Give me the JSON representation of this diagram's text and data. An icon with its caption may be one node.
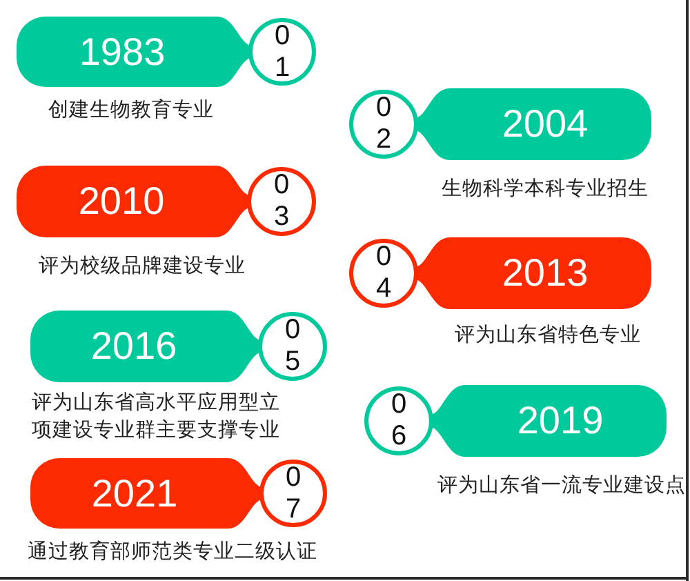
{
  "diagram": {
    "nodes": [
      {
        "text": [
          "1983",
          "01"
        ],
        "beside": [
          "创建生物教育专业"
        ]
      },
      {
        "text": [
          "02",
          "2004"
        ],
        "beside": [
          "生物科学本科专业招生"
        ]
      },
      {
        "text": [
          "2010",
          "03"
        ],
        "beside": [
          "评为校级品牌建设专业"
        ]
      },
      {
        "text": [
          "04",
          "2013"
        ],
        "beside": [
          "评为山东省特色专业"
        ]
      },
      {
        "text": [
          "2016",
          "05"
        ],
        "beside": [
          "评为山东省高水平应用型立项建设专业群主要支撑专业"
        ]
      },
      {
        "text": [
          "06",
          "2019"
        ],
        "beside": [
          "评为山东省一流专业建设点"
        ]
      },
      {
        "text": [
          "2021",
          "07"
        ],
        "beside": [
          "通过教育部师范类专业二级认证"
        ]
      }
    ]
  }
}
